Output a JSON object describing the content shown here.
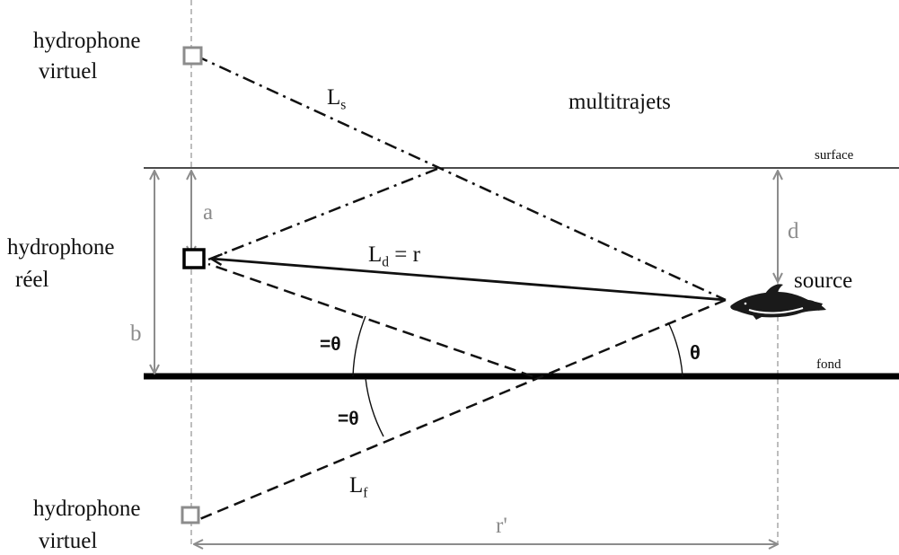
{
  "labels": {
    "virtual_top_line1": "hydrophone",
    "virtual_top_line2": "virtuel",
    "real_line1": "hydrophone",
    "real_line2": "réel",
    "virtual_bottom_line1": "hydrophone",
    "virtual_bottom_line2": "virtuel",
    "multipath": "multitrajets",
    "surface": "surface",
    "bottom": "fond",
    "source": "source",
    "Ls_main": "L",
    "Ls_sub": "s",
    "Ld_main": "L",
    "Ld_sub": "d",
    "Ld_rest": " = r",
    "Lf_main": "L",
    "Lf_sub": "f",
    "a": "a",
    "b": "b",
    "d": "d",
    "r_prime": "r'",
    "theta": "θ",
    "eq_theta_upper": "=θ",
    "eq_theta_lower": "=θ"
  },
  "colors": {
    "ink": "#111111",
    "gray": "#8c8c8c",
    "dolphin": "#1a1a1a"
  },
  "icons": {
    "source": "dolphin-icon"
  }
}
